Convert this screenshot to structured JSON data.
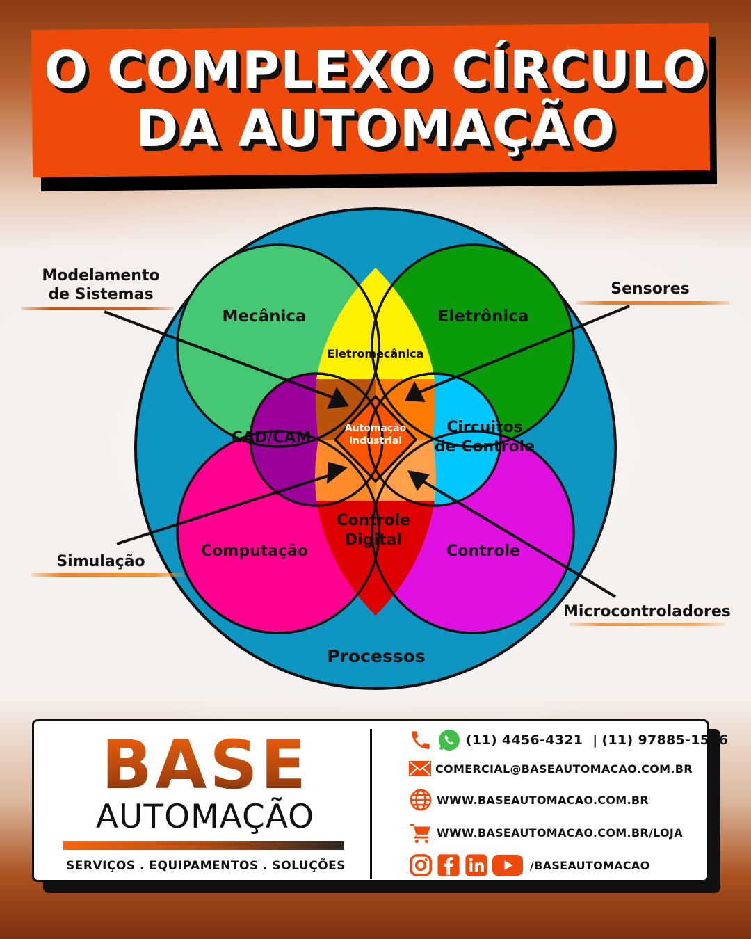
{
  "header": {
    "title_line1": "O COMPLEXO CÍRCULO",
    "title_line2": "DA AUTOMAÇÃO"
  },
  "diagram": {
    "outer_label": "Processos",
    "center_label_line1": "Automação",
    "center_label_line2": "Industrial",
    "regions": {
      "mecanica": "Mecânica",
      "eletronica": "Eletrônica",
      "eletromecanica": "Eletromecânica",
      "cadcam": "CAD/CAM",
      "circuitos_line1": "Circuitos",
      "circuitos_line2": "de Controle",
      "computacao": "Computação",
      "controle": "Controle",
      "controle_digital_line1": "Controle",
      "controle_digital_line2": "Digital"
    },
    "colors": {
      "outer": "#0e96c2",
      "mecanica": "#45c874",
      "eletronica": "#0a9b0a",
      "eletromecanica": "#fff200",
      "cadcam": "#9b009b",
      "circuitos": "#00c8ff",
      "computacao": "#ff0090",
      "controle": "#e010e0",
      "controle_digital": "#dc0000",
      "center": "#ff5500",
      "accent": "#f04a0a"
    },
    "pointers": {
      "modelamento_line1": "Modelamento",
      "modelamento_line2": "de Sistemas",
      "sensores": "Sensores",
      "simulacao": "Simulação",
      "microcontroladores": "Microcontroladores"
    }
  },
  "footer": {
    "brand": "BASE",
    "brand_sub": "AUTOMAÇÃO",
    "tagline": "SERVIÇOS . EQUIPAMENTOS . SOLUÇÕES",
    "phone1": "(11) 4456-4321",
    "separator": "|",
    "phone2": "(11) 97885-1596",
    "email": "COMERCIAL@BASEAUTOMACAO.COM.BR",
    "website": "WWW.BASEAUTOMACAO.COM.BR",
    "store": "WWW.BASEAUTOMACAO.COM.BR/LOJA",
    "social_handle": "/BASEAUTOMACAO",
    "icons": [
      "phone-icon",
      "whatsapp-icon",
      "email-icon",
      "globe-icon",
      "cart-icon",
      "instagram-icon",
      "facebook-icon",
      "linkedin-icon",
      "youtube-icon"
    ]
  }
}
